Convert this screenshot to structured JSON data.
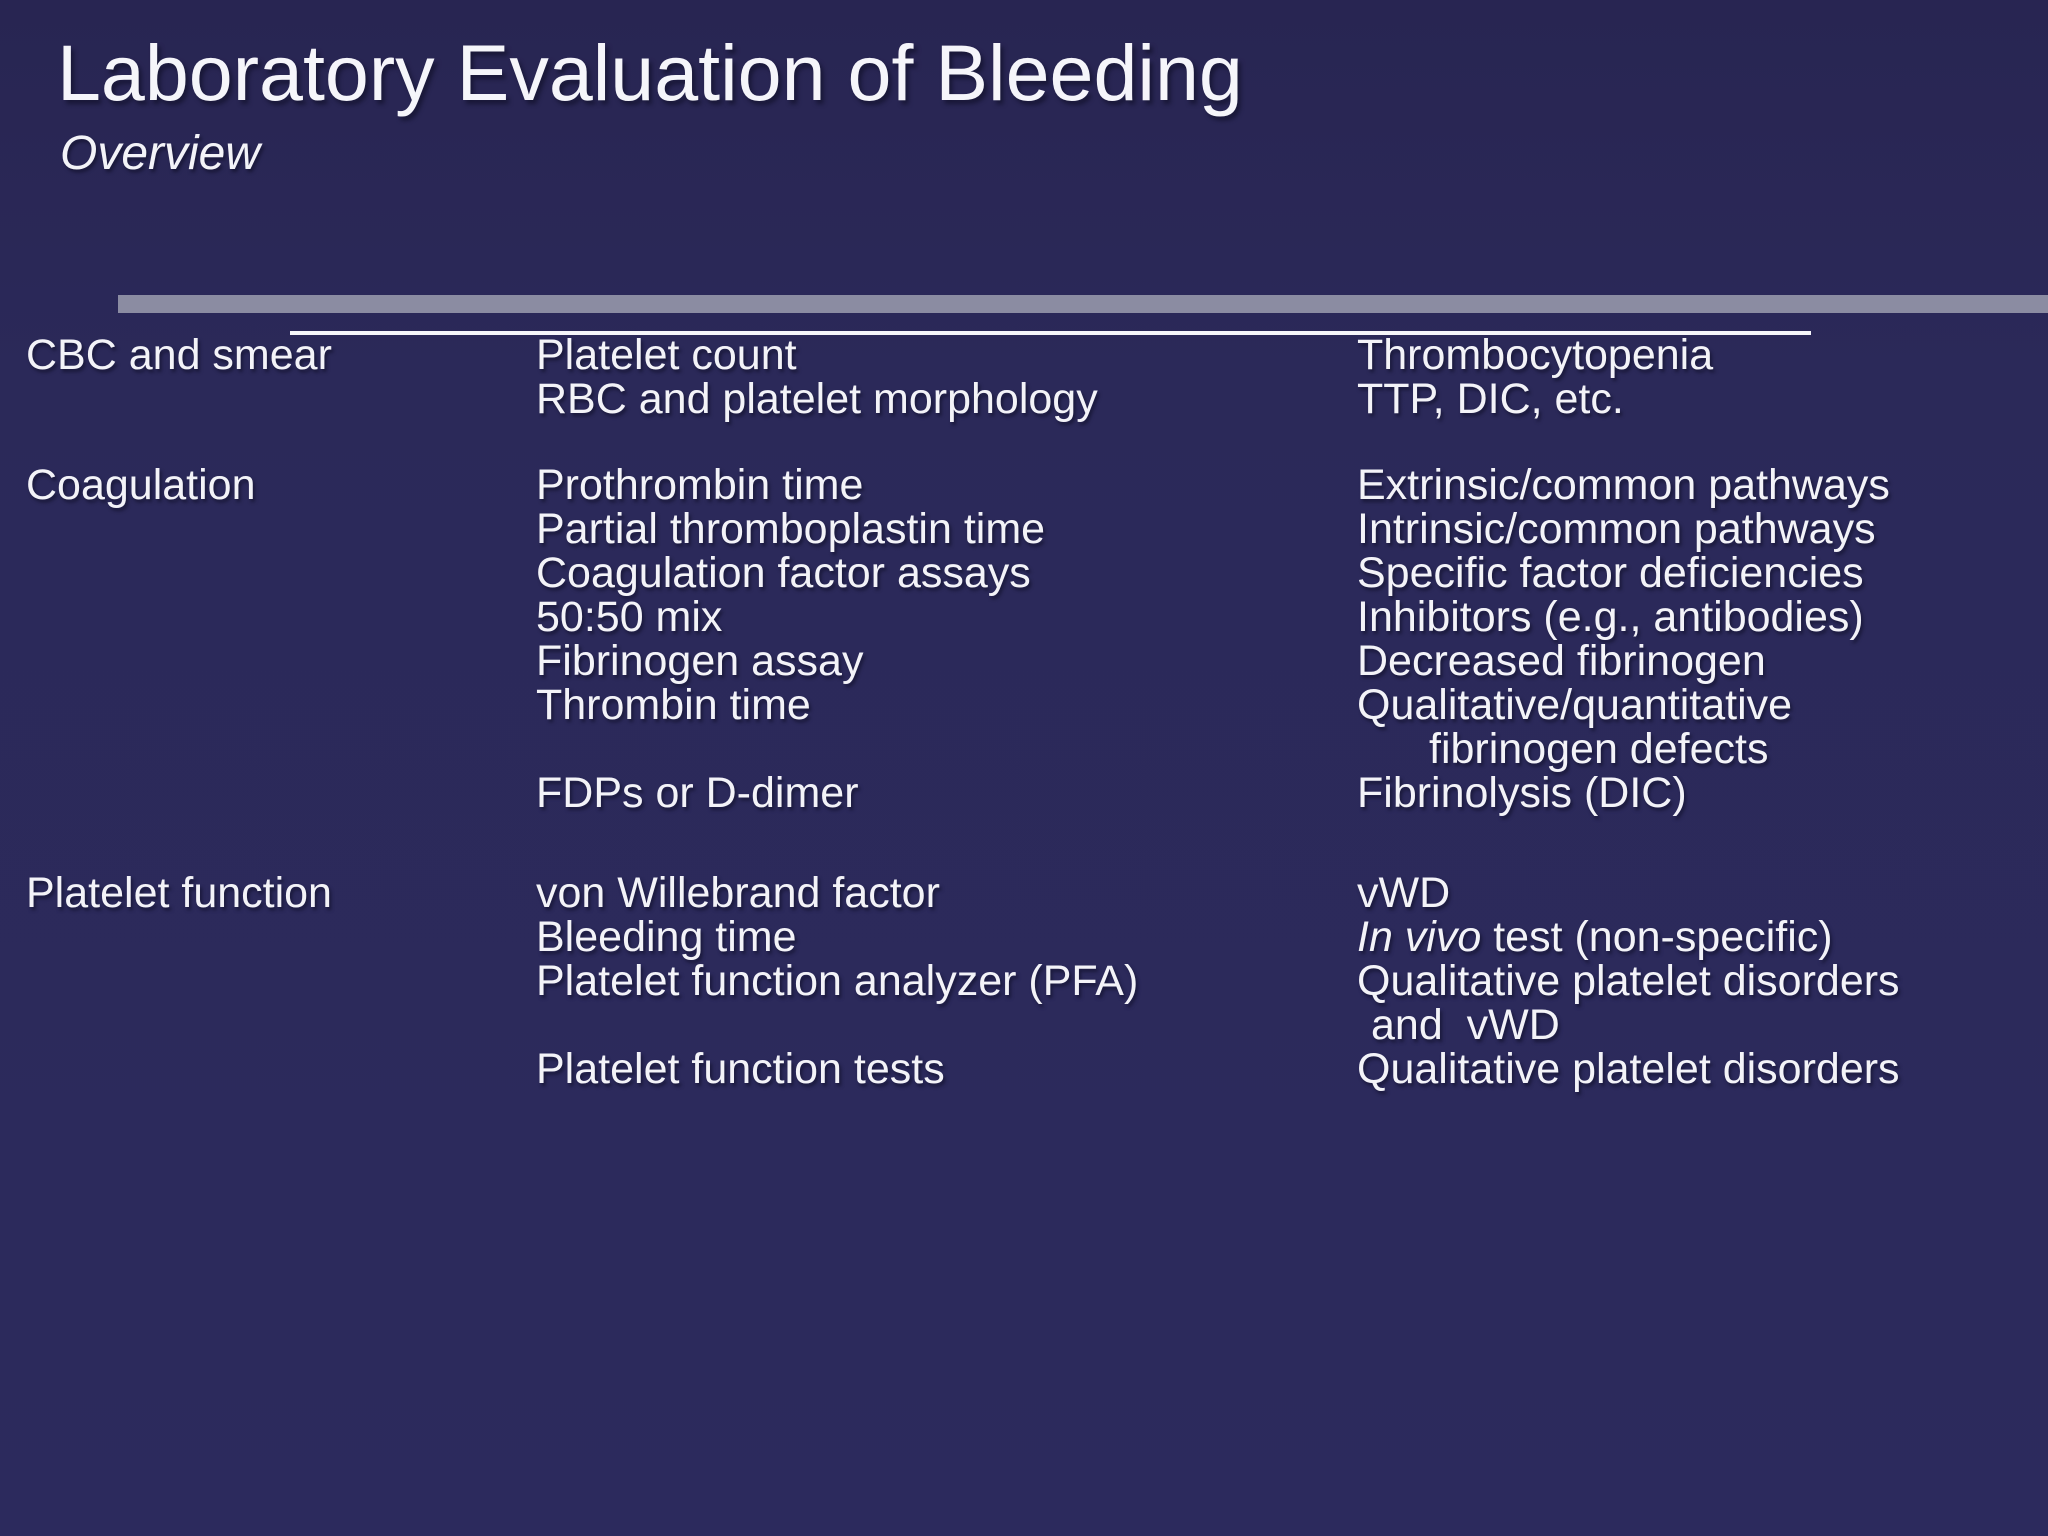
{
  "slide": {
    "title": "Laboratory Evaluation of Bleeding",
    "subtitle": "Overview",
    "colors": {
      "background": "#2b2959",
      "accent_bar": "#8b8ca2",
      "table_rule": "#f6f6fa",
      "text": "#f3f3f8"
    },
    "table": {
      "rows": [
        {
          "category": "CBC and smear",
          "tests": [
            "Platelet count",
            "RBC and platelet morphology"
          ],
          "evaluates": [
            "Thrombocytopenia",
            "TTP, DIC, etc."
          ]
        },
        {
          "category": "Coagulation",
          "tests": [
            "Prothrombin time",
            "Partial thromboplastin time",
            "Coagulation factor assays",
            "50:50 mix",
            "Fibrinogen assay",
            "Thrombin time",
            "",
            "FDPs or D-dimer"
          ],
          "evaluates": [
            "Extrinsic/common pathways",
            "Intrinsic/common pathways",
            "Specific factor deficiencies",
            "Inhibitors (e.g., antibodies)",
            "Decreased fibrinogen",
            "Qualitative/quantitative",
            {
              "text": "fibrinogen defects",
              "indent": 72
            },
            "Fibrinolysis (DIC)"
          ]
        },
        {
          "category": "Platelet function",
          "tests": [
            "von Willebrand factor",
            "Bleeding time",
            "Platelet function analyzer (PFA)",
            "",
            "Platelet function tests"
          ],
          "evaluates": [
            "vWD",
            {
              "italicPrefix": "In vivo",
              "text": " test (non-specific)"
            },
            "Qualitative platelet disorders",
            {
              "text": "and  vWD",
              "indent": 14
            },
            "Qualitative platelet disorders"
          ]
        }
      ]
    }
  }
}
